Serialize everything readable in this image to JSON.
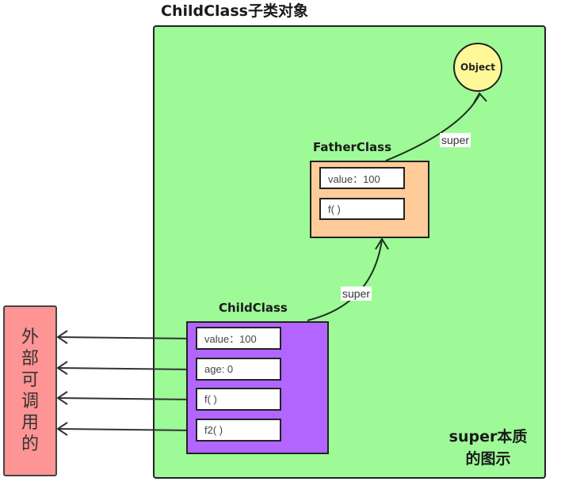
{
  "outer": {
    "title": "ChildClass子类对象",
    "fill": "#9dfa97"
  },
  "object_node": {
    "label": "Object",
    "fill": "#fff899"
  },
  "father": {
    "title": "FatherClass",
    "fill": "#ffcc99",
    "fields": [
      "value：100",
      "f( )"
    ]
  },
  "child": {
    "title": "ChildClass",
    "fill": "#b266ff",
    "fields": [
      "value：100",
      "age: 0",
      "f( )",
      "f2( )"
    ]
  },
  "arrows": {
    "father_to_object": "super",
    "child_to_father": "super"
  },
  "external": {
    "chars": [
      "外",
      "部",
      "可",
      "调",
      "用",
      "的"
    ],
    "fill": "#ff9494"
  },
  "caption": {
    "line1": "super本质",
    "line2": "的图示"
  }
}
